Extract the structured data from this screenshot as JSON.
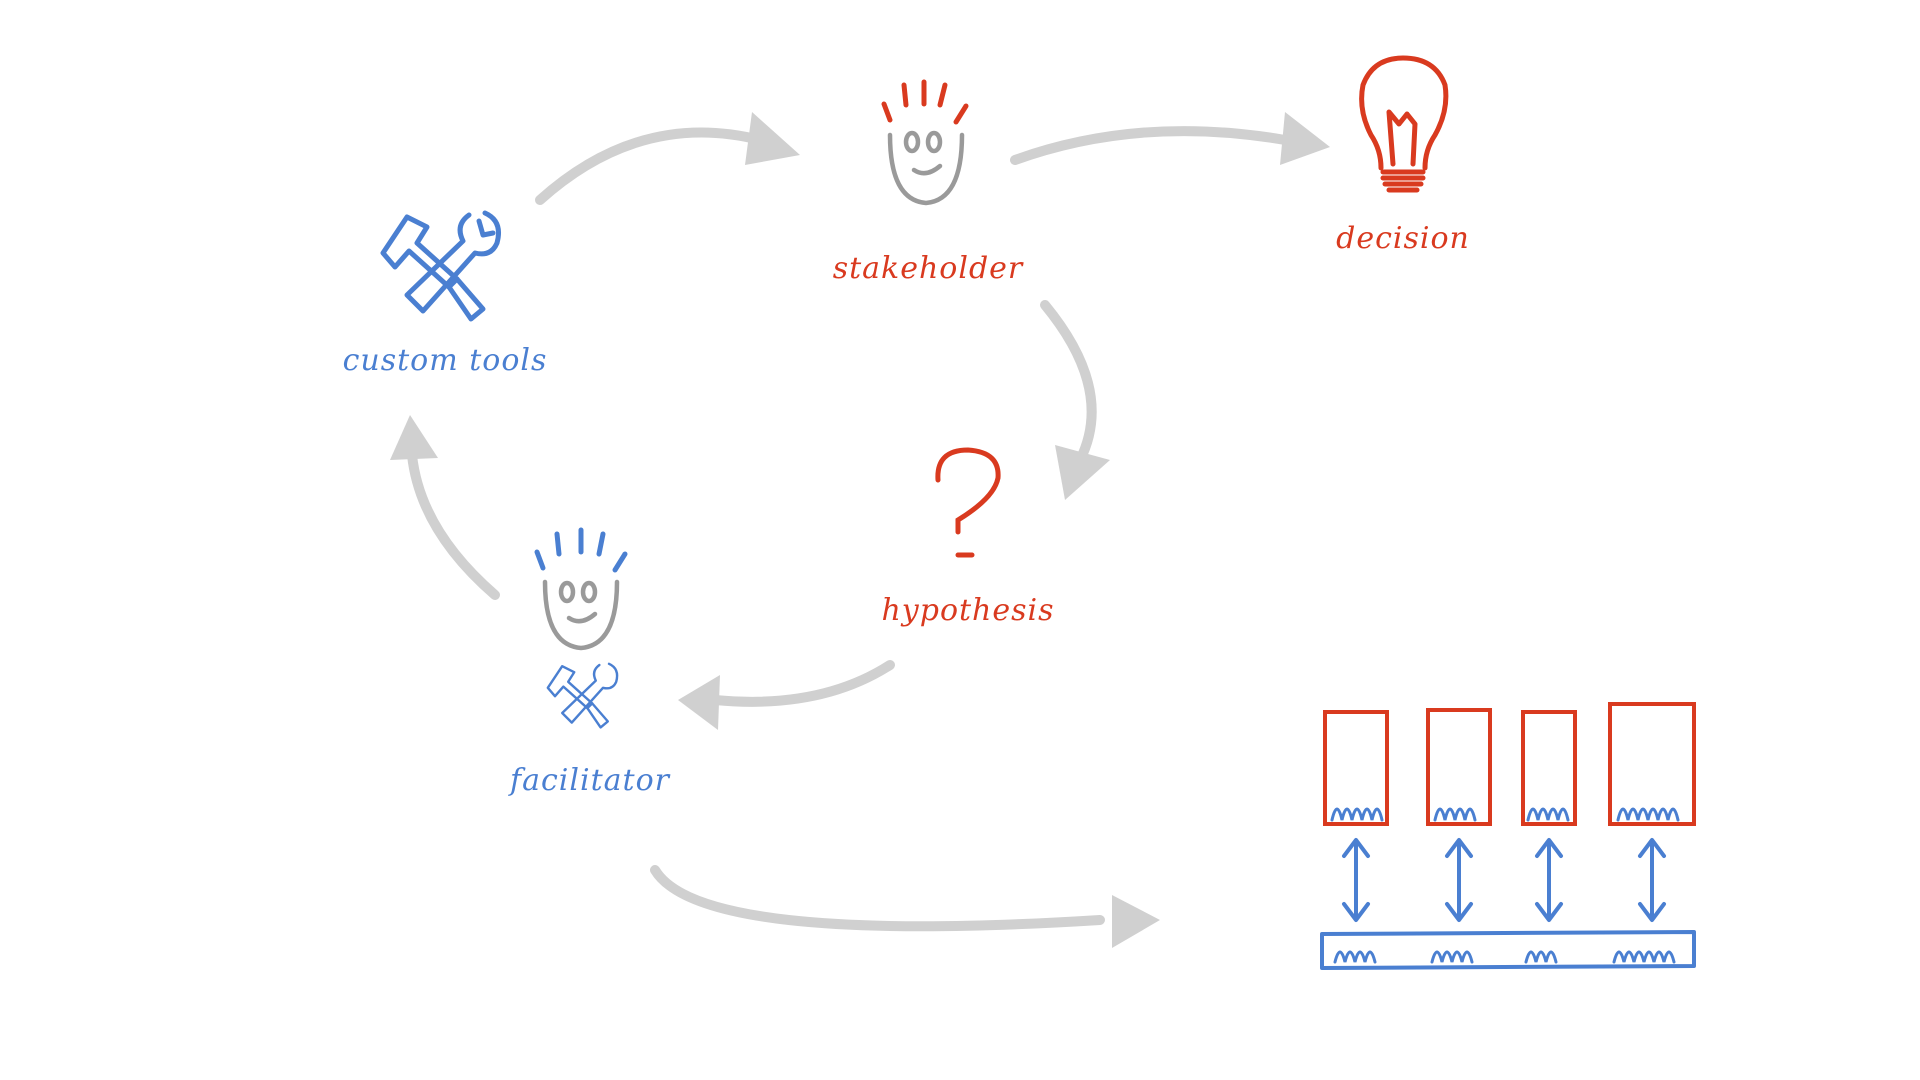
{
  "labels": {
    "stakeholder": "stakeholder",
    "decision": "decision",
    "custom_tools": "custom tools",
    "hypothesis": "hypothesis",
    "facilitator": "facilitator"
  },
  "icons": {
    "stakeholder": "smiling-face-icon",
    "decision": "lightbulb-icon",
    "custom_tools": "hammer-wrench-icon",
    "hypothesis": "question-mark-icon",
    "facilitator": "face-with-tools-icon",
    "system": "linked-boxes-icon"
  },
  "colors": {
    "red": "#d93a1f",
    "blue": "#4a7fd1",
    "gray": "#9a9a9a",
    "arrow": "#d0d0d0"
  }
}
